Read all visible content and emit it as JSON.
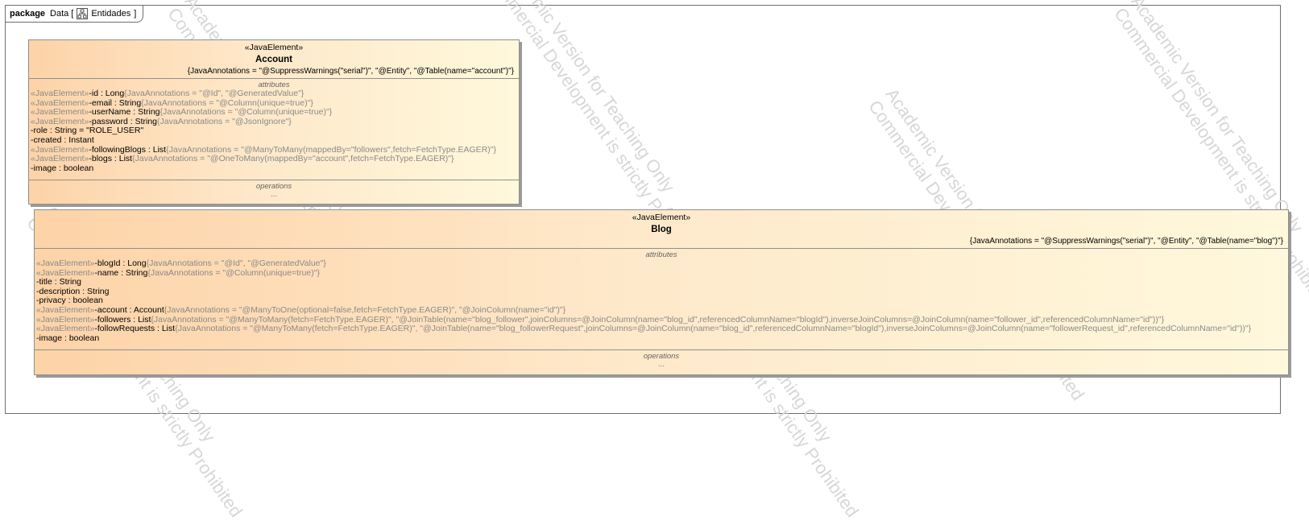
{
  "package": {
    "keyword": "package",
    "name": "Data",
    "bracket_open": "[",
    "diagram_name": "Entidades",
    "bracket_close": "]",
    "icon": "class-diagram-icon"
  },
  "watermarks": [
    "Academic Version for Teaching Only",
    "Commercial Development is strictly Prohibited"
  ],
  "account": {
    "stereotype": "«JavaElement»",
    "name": "Account",
    "annotations": "{JavaAnnotations = \"@SuppressWarnings(\"serial\")\", \"@Entity\", \"@Table(name=\"account\")\"}",
    "attributes_label": "attributes",
    "attributes": [
      {
        "stereo": "«JavaElement»",
        "decl": "-id : Long",
        "extra": "{JavaAnnotations = \"@Id\", \"@GeneratedValue\"}"
      },
      {
        "stereo": "«JavaElement»",
        "decl": "-email : String",
        "extra": "{JavaAnnotations = \"@Column(unique=true)\"}"
      },
      {
        "stereo": "«JavaElement»",
        "decl": "-userName : String",
        "extra": "{JavaAnnotations = \"@Column(unique=true)\"}"
      },
      {
        "stereo": "«JavaElement»",
        "decl": "-password : String",
        "extra": "{JavaAnnotations = \"@JsonIgnore\"}"
      },
      {
        "stereo": "",
        "decl": "-role : String = \"ROLE_USER\"",
        "extra": ""
      },
      {
        "stereo": "",
        "decl": "-created : Instant",
        "extra": ""
      },
      {
        "stereo": "«JavaElement»",
        "decl": "-followingBlogs : List",
        "extra": "{JavaAnnotations = \"@ManyToMany(mappedBy=\"followers\",fetch=FetchType.EAGER)\"}"
      },
      {
        "stereo": "«JavaElement»",
        "decl": "-blogs : List",
        "extra": "{JavaAnnotations = \"@OneToMany(mappedBy=\"account\",fetch=FetchType.EAGER)\"}"
      },
      {
        "stereo": "",
        "decl": "-image : boolean",
        "extra": ""
      }
    ],
    "operations_label": "operations",
    "operations_more": "..."
  },
  "blog": {
    "stereotype": "«JavaElement»",
    "name": "Blog",
    "annotations": "{JavaAnnotations = \"@SuppressWarnings(\"serial\")\", \"@Entity\", \"@Table(name=\"blog\")\"}",
    "attributes_label": "attributes",
    "attributes": [
      {
        "stereo": "«JavaElement»",
        "decl": "-blogId : Long",
        "extra": "{JavaAnnotations = \"@Id\", \"@GeneratedValue\"}"
      },
      {
        "stereo": "«JavaElement»",
        "decl": "-name : String",
        "extra": "{JavaAnnotations = \"@Column(unique=true)\"}"
      },
      {
        "stereo": "",
        "decl": "-title : String",
        "extra": ""
      },
      {
        "stereo": "",
        "decl": "-description : String",
        "extra": ""
      },
      {
        "stereo": "",
        "decl": "-privacy : boolean",
        "extra": ""
      },
      {
        "stereo": "«JavaElement»",
        "decl": "-account : Account",
        "extra": "{JavaAnnotations = \"@ManyToOne(optional=false,fetch=FetchType.EAGER)\", \"@JoinColumn(name=\"id\")\"}"
      },
      {
        "stereo": "«JavaElement»",
        "decl": "-followers : List",
        "extra": "{JavaAnnotations = \"@ManyToMany(fetch=FetchType.EAGER)\", \"@JoinTable(name=\"blog_follower\",joinColumns=@JoinColumn(name=\"blog_id\",referencedColumnName=\"blogId\"),inverseJoinColumns=@JoinColumn(name=\"follower_id\",referencedColumnName=\"id\"))\"}"
      },
      {
        "stereo": "«JavaElement»",
        "decl": "-followRequests : List",
        "extra": "{JavaAnnotations = \"@ManyToMany(fetch=FetchType.EAGER)\", \"@JoinTable(name=\"blog_followerRequest\",joinColumns=@JoinColumn(name=\"blog_id\",referencedColumnName=\"blogId\"),inverseJoinColumns=@JoinColumn(name=\"followerRequest_id\",referencedColumnName=\"id\"))\"}"
      },
      {
        "stereo": "",
        "decl": "-image : boolean",
        "extra": ""
      }
    ],
    "operations_label": "operations",
    "operations_more": "..."
  }
}
